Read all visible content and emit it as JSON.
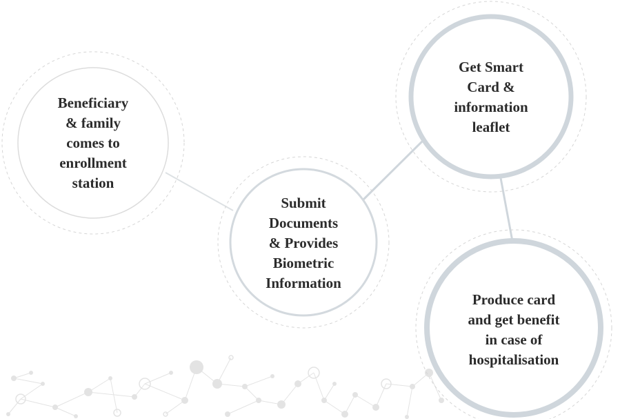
{
  "diagram": {
    "steps": [
      {
        "id": "enrollment",
        "lines": [
          "Beneficiary",
          "& family",
          "comes to",
          "enrollment",
          "station"
        ]
      },
      {
        "id": "documents",
        "lines": [
          "Submit",
          "Documents",
          "& Provides",
          "Biometric",
          "Information"
        ]
      },
      {
        "id": "smart-card",
        "lines": [
          "Get Smart",
          "Card &",
          "information",
          "leaflet"
        ]
      },
      {
        "id": "benefit",
        "lines": [
          "Produce card",
          "and get benefit",
          "in case of",
          "hospitalisation"
        ]
      }
    ],
    "colors": {
      "text": "#2b2b2b",
      "ring": "#cfd6dc",
      "thin_ring": "#dcdcdc",
      "dashed_ring": "#d5d5d5",
      "connector": "#d3d9de",
      "network": "#e3e3e3"
    }
  }
}
